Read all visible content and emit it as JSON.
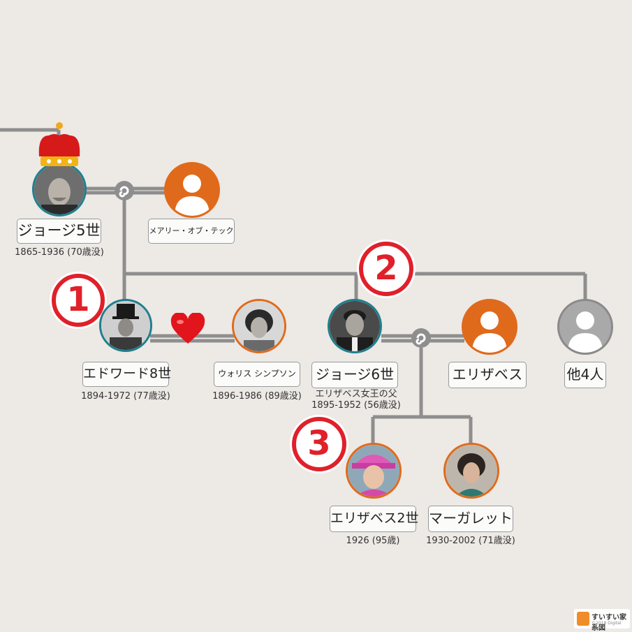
{
  "people": {
    "george5": {
      "name": "ジョージ5世",
      "dates": "1865-1936 (70歳没)"
    },
    "mary": {
      "name": "メアリー・オブ・テック"
    },
    "edward8": {
      "name": "エドワード8世",
      "dates": "1894-1972 (77歳没)"
    },
    "wallis": {
      "name": "ウォリス シンプソン",
      "dates": "1896-1986 (89歳没)"
    },
    "george6": {
      "name": "ジョージ6世",
      "note": "エリザベス女王の父",
      "dates": "1895-1952 (56歳没)"
    },
    "elizabeth_mother": {
      "name": "エリザベス"
    },
    "others": {
      "name": "他4人"
    },
    "elizabeth2": {
      "name": "エリザベス2世",
      "dates": "1926 (95歳)"
    },
    "margaret": {
      "name": "マーガレット",
      "dates": "1930-2002 (71歳没)"
    }
  },
  "badges": {
    "one": "1",
    "two": "2",
    "three": "3"
  },
  "logo": {
    "text": "すいすい家系図",
    "sub": "©2018 Digital Genic"
  },
  "colors": {
    "line": "#8e8e8e",
    "teal": "#1f7f8e",
    "orange": "#e06a1b",
    "badge_red": "#e0202a"
  }
}
